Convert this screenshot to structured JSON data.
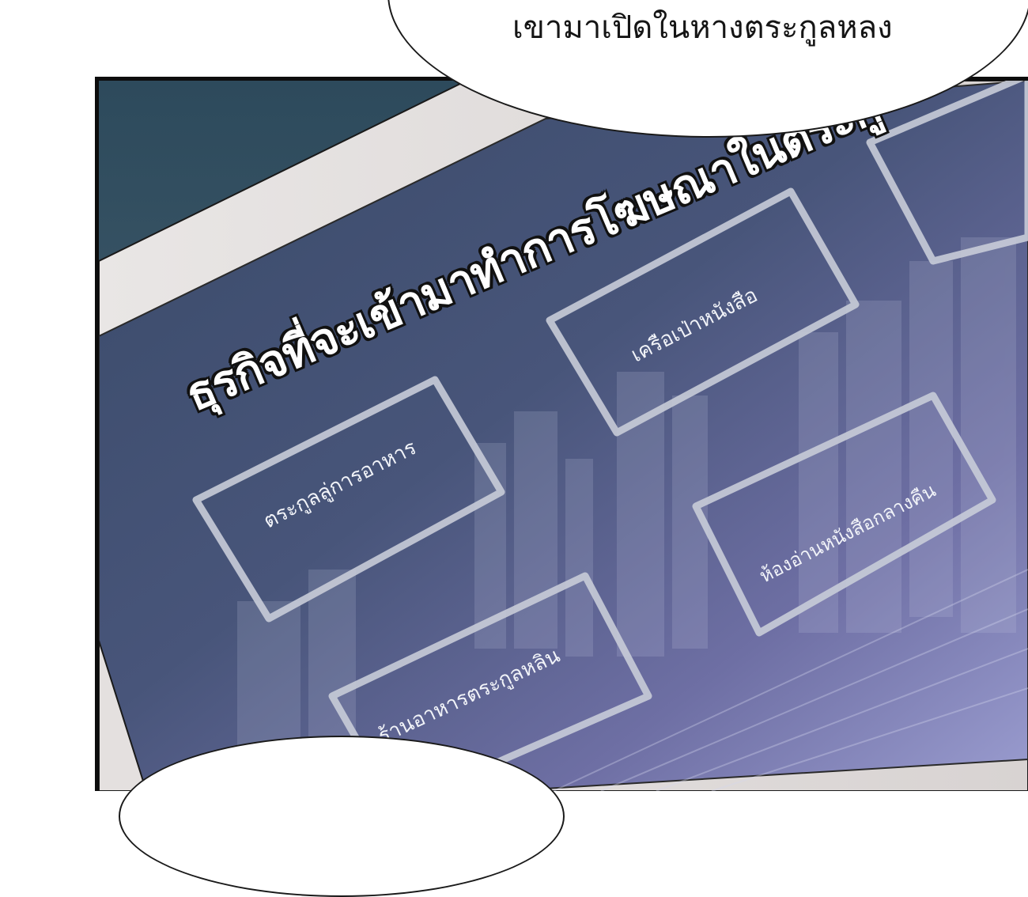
{
  "speech_bubble": {
    "text": "เขามาเปิดในหางตระกูลหลง"
  },
  "board": {
    "headline": "ธุรกิจที่จะเข้ามาทำการโฆษณาในตระกู",
    "cards": [
      {
        "label": "ตระกูลลู่การอาหาร"
      },
      {
        "label": "เครือเป่าหนังสือ"
      },
      {
        "label": "ห้องอ่านหนังสือกลางคืน"
      },
      {
        "label": "ร้านอาหารตระกูลหลิน"
      }
    ]
  },
  "colors": {
    "panel_dark": "#2d4a5c",
    "board_navy": "#3a4a66",
    "board_violet": "#8c8fc6",
    "card_border": "#c9cdd8",
    "outline": "#0d0d0d"
  }
}
